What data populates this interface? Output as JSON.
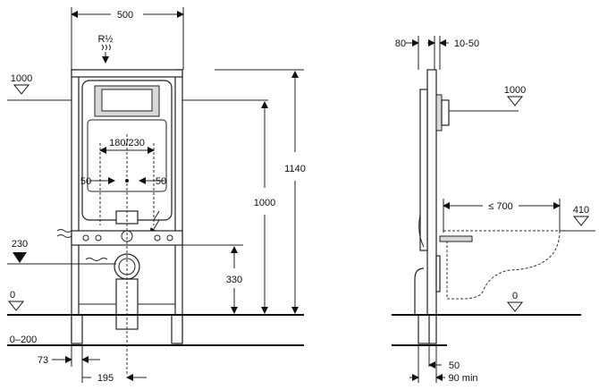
{
  "front_view": {
    "width_500": "500",
    "r_half": "R½",
    "level_1000_left": "1000",
    "level_1000_mid": "1000",
    "height_1140": "1140",
    "spacing_180_230": "180/230",
    "left_50": "50",
    "right_50": "50",
    "level_230": "230",
    "height_330": "330",
    "level_0_left": "0",
    "range_0_200": "0–200",
    "dim_73": "73",
    "dim_195": "195"
  },
  "side_view": {
    "depth_80": "80",
    "range_10_50": "10-50",
    "level_1000_right": "1000",
    "bowl_700": "≤ 700",
    "level_410": "410",
    "level_0_right": "0",
    "dim_50_bottom": "50",
    "dim_90_min": "90 min"
  }
}
